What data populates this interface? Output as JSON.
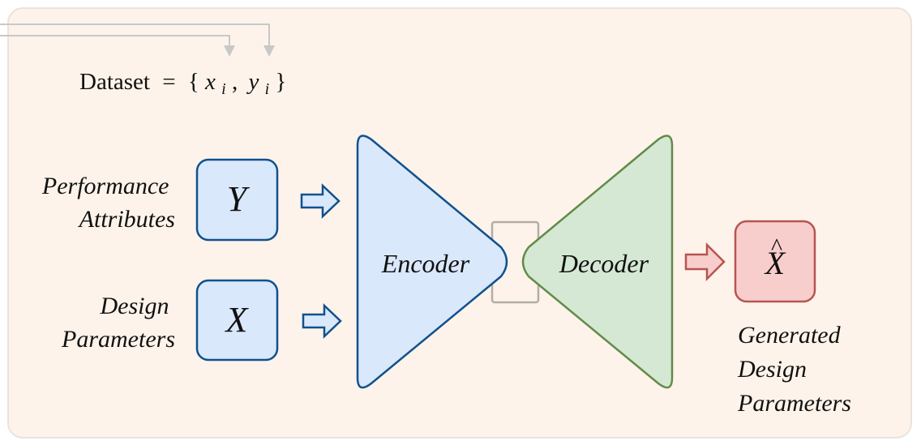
{
  "diagram": {
    "dataset_label": "Dataset = {xᵢ, yᵢ}",
    "dataset_parts": {
      "word": "Dataset",
      "equals": "=",
      "open": "{",
      "x": "x",
      "sub_i_1": "i",
      "comma": ",",
      "y": "y",
      "sub_i_2": "i",
      "close": "}"
    },
    "inputs": [
      {
        "label_line1": "Performance",
        "label_line2": "Attributes",
        "symbol": "Y"
      },
      {
        "label_line1": "Design",
        "label_line2": "Parameters",
        "symbol": "X"
      }
    ],
    "encoder_label": "Encoder",
    "decoder_label": "Decoder",
    "output": {
      "symbol": "X",
      "hat": "^",
      "label_line1": "Generated",
      "label_line2": "Design",
      "label_line3": "Parameters"
    },
    "colors": {
      "panel_fill": "#fdf3ea",
      "panel_stroke": "#e9e3dd",
      "blue_fill": "#dae8fc",
      "blue_stroke": "#10518f",
      "green_fill": "#d5e8d4",
      "green_stroke": "#628b4a",
      "red_fill": "#f8cecc",
      "red_stroke": "#b85450",
      "latent_stroke": "#b3ada6",
      "connector_gray": "#c8c8c8"
    }
  }
}
